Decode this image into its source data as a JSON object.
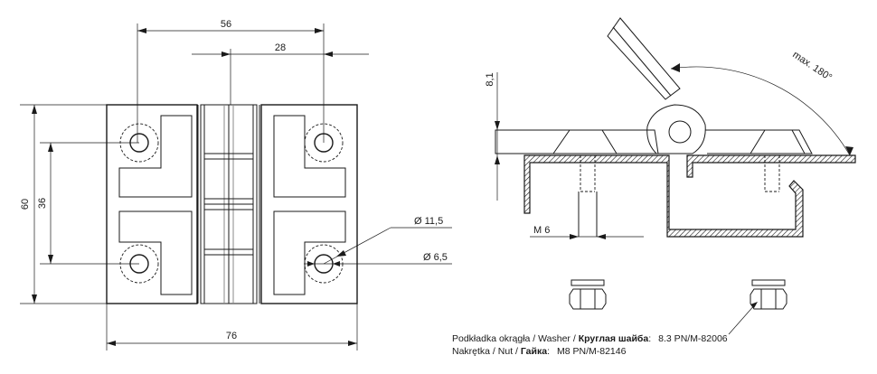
{
  "front_view": {
    "dim_overall_hole_spacing": "56",
    "dim_half_hole_spacing": "28",
    "dim_height": "60",
    "dim_vertical_hole_spacing": "36",
    "dim_width": "76",
    "dim_counterbore_diameter": "Ø 11,5",
    "dim_hole_diameter": "Ø 6,5"
  },
  "side_view": {
    "dim_leaf_thickness": "8,1",
    "dim_thread": "M 6",
    "dim_rotation": "max. 180°"
  },
  "notes": {
    "washer_pl": "Podkładka okrągła / Washer / ",
    "washer_ru": "Круглая шайба",
    "washer_sep": ":",
    "washer_std": "8.3 PN/M-82006",
    "nut_pl": "Nakrętka / Nut / ",
    "nut_ru": "Гайка",
    "nut_sep": ":",
    "nut_std": "M8 PN/M-82146"
  }
}
